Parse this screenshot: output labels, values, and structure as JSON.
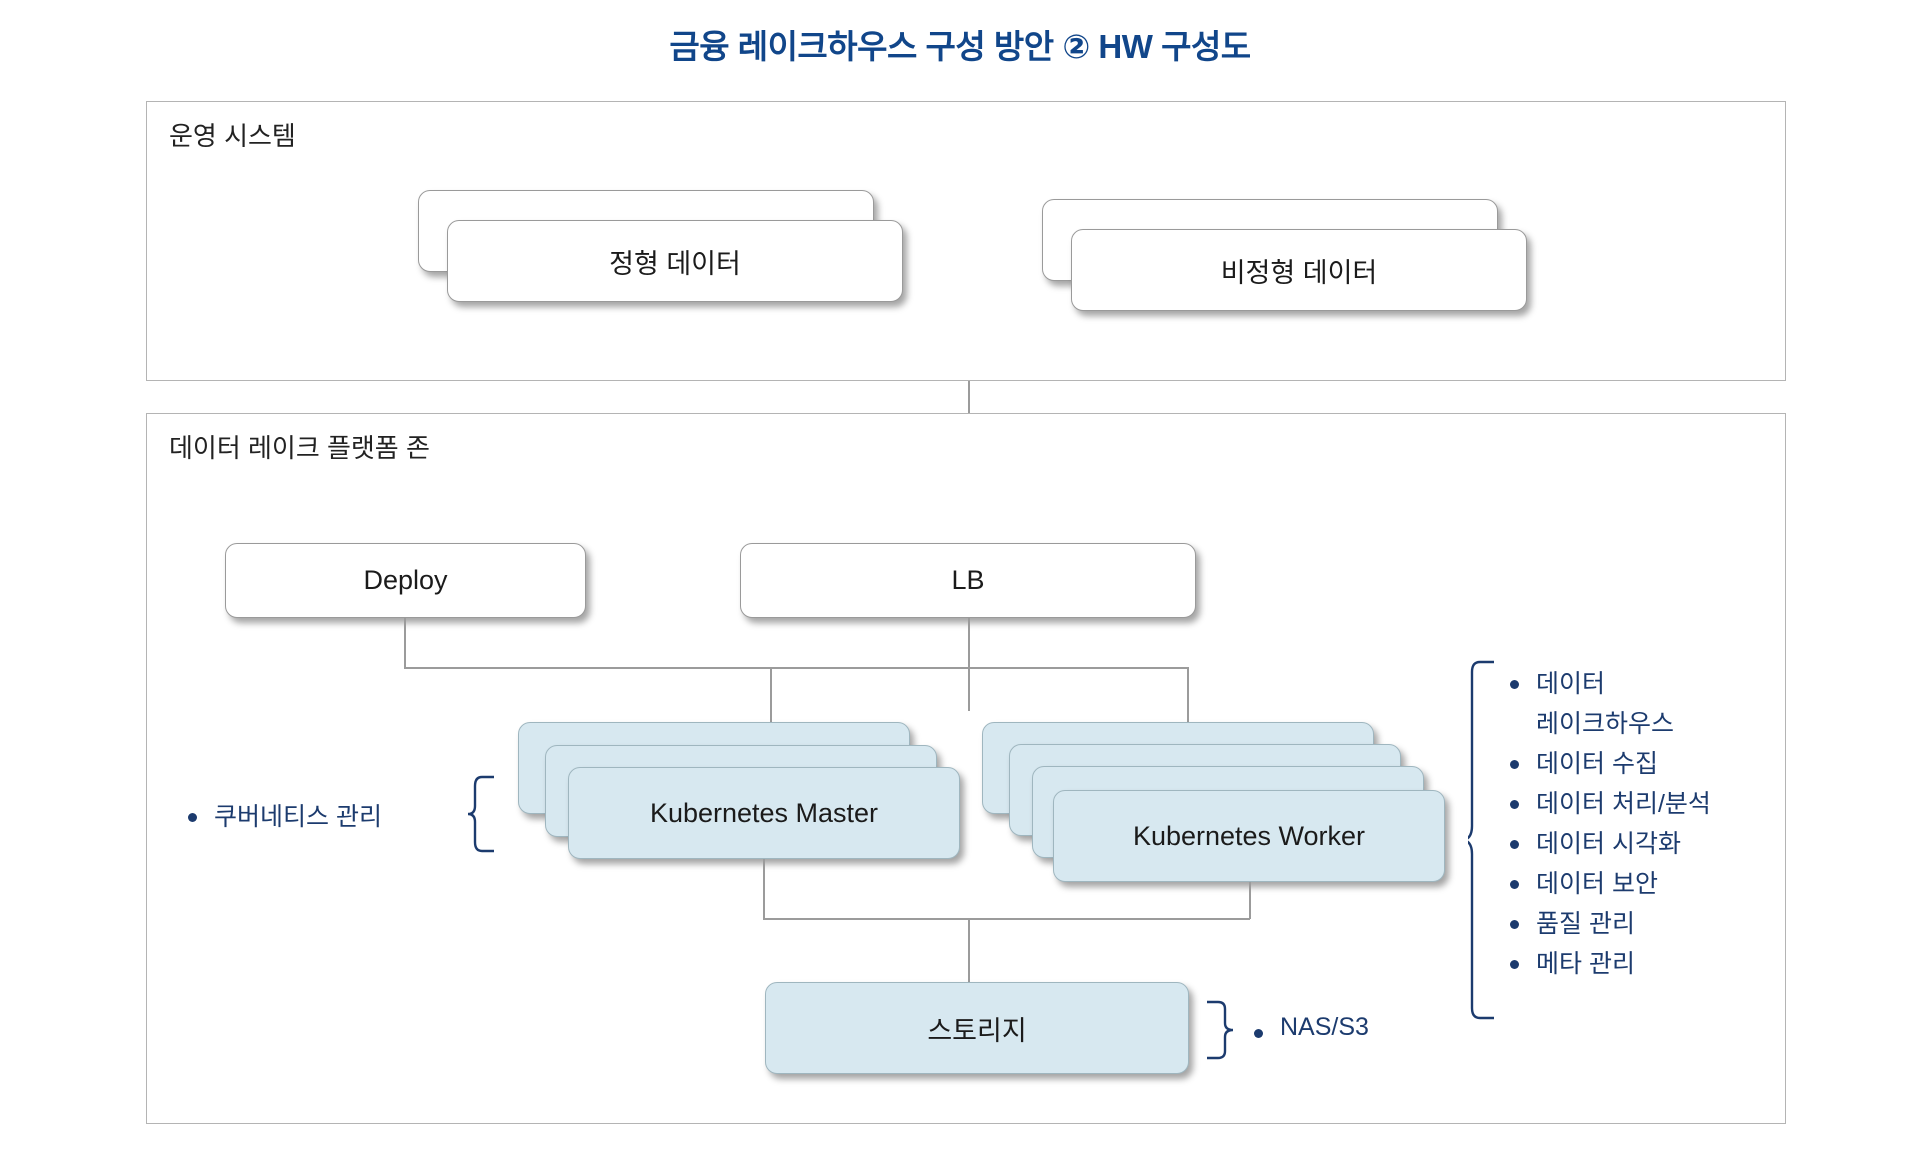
{
  "title": "금융 레이크하우스 구성 방안 ② HW 구성도",
  "colors": {
    "title": "#11468a",
    "accent_navy": "#1c3b6e",
    "node_blue": "#d7e8f0",
    "frame_gray": "#b4b4b4",
    "connector_gray": "#9b9b9b"
  },
  "zones": [
    {
      "id": "ops",
      "label": "운영 시스템"
    },
    {
      "id": "lake",
      "label": "데이터 레이크 플랫폼 존"
    }
  ],
  "ops_nodes": [
    {
      "id": "structured",
      "label": "정형 데이터",
      "stack": 2,
      "back_label": ""
    },
    {
      "id": "unstructured",
      "label": "비정형 데이터",
      "stack": 2,
      "back_label": ""
    }
  ],
  "lake_nodes": [
    {
      "id": "deploy",
      "label": "Deploy",
      "stack": 1,
      "style": "white"
    },
    {
      "id": "lb",
      "label": "LB",
      "stack": 1,
      "style": "white"
    },
    {
      "id": "k8s-master",
      "label": "Kubernetes Master",
      "stack": 3,
      "style": "blue"
    },
    {
      "id": "k8s-worker",
      "label": "Kubernetes Worker",
      "stack": 4,
      "style": "blue"
    },
    {
      "id": "storage",
      "label": "스토리지",
      "stack": 1,
      "style": "blue"
    }
  ],
  "callouts": {
    "k8s_master": {
      "items": [
        "쿠버네티스 관리"
      ]
    },
    "storage": {
      "items": [
        "NAS/S3"
      ]
    },
    "k8s_worker": {
      "items": [
        "데이터\n레이크하우스",
        "데이터 수집",
        "데이터 처리/분석",
        "데이터 시각화",
        "데이터 보안",
        "품질 관리",
        "메타 관리"
      ]
    }
  }
}
